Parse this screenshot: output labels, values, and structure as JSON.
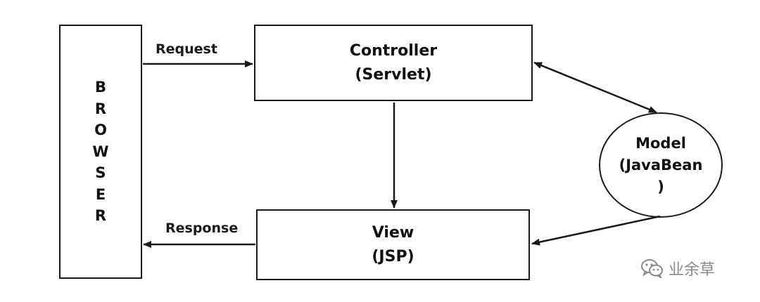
{
  "browser": {
    "letters": [
      "B",
      "R",
      "O",
      "W",
      "S",
      "E",
      "R"
    ]
  },
  "controller": {
    "line1": "Controller",
    "line2": "(Servlet)"
  },
  "view": {
    "line1": "View",
    "line2": "(JSP)"
  },
  "model": {
    "line1": "Model",
    "line2": "(JavaBean",
    "line3": ")"
  },
  "edges": {
    "request": "Request",
    "response": "Response"
  },
  "watermark": {
    "text": "业余草",
    "icon": "wechat-icon"
  },
  "colors": {
    "stroke": "#1a1a1a",
    "watermark": "#8a8a8a"
  }
}
